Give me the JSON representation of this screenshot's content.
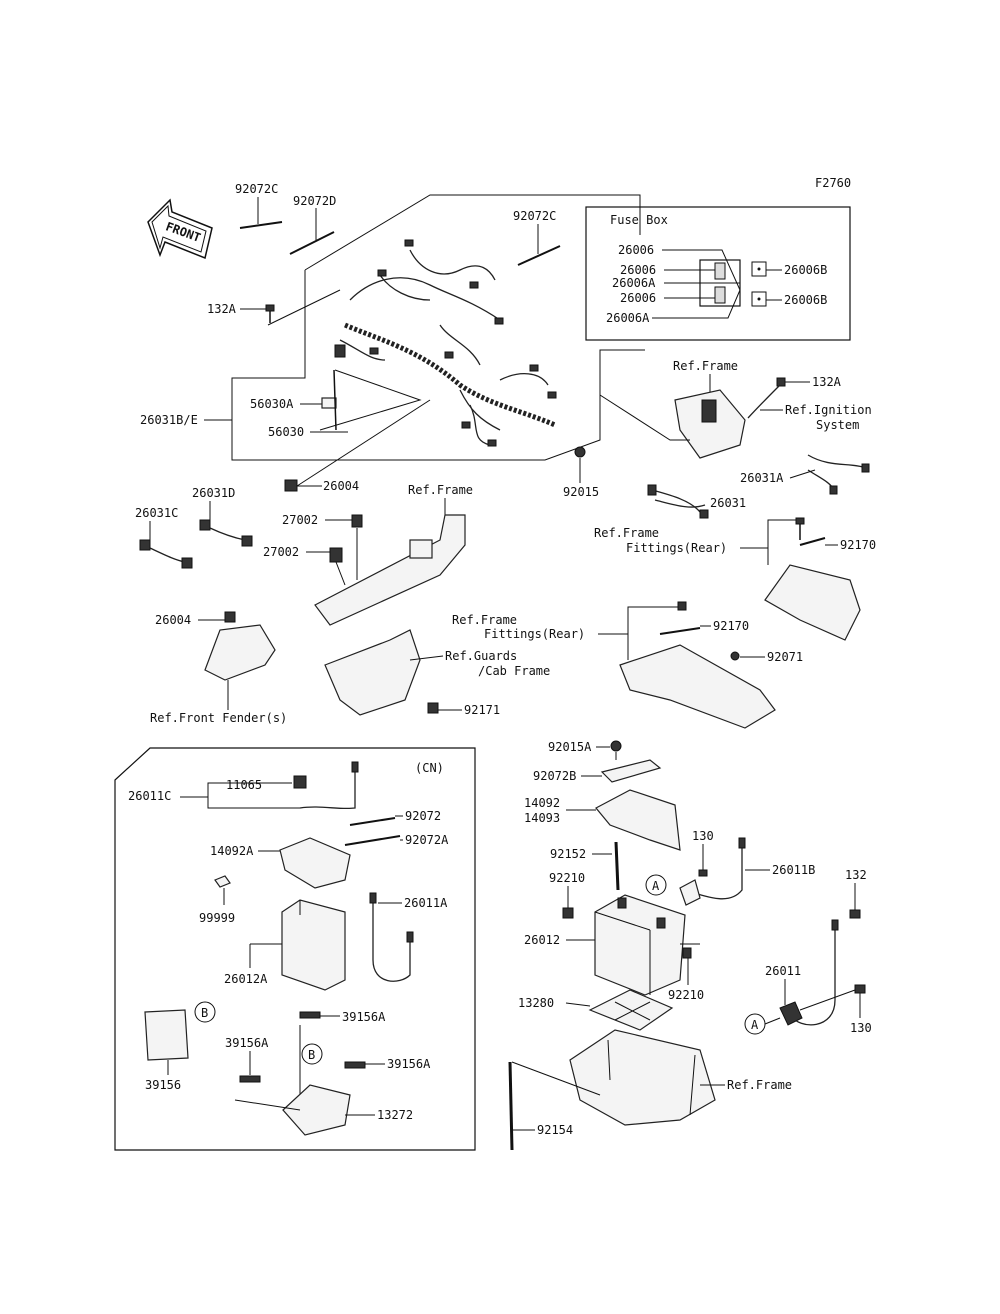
{
  "diagram": {
    "figure_code": "F2760",
    "front_label": "FRONT",
    "fuse_box_title": "Fuse Box",
    "cn_label": "(CN)",
    "callout_a": "A",
    "callout_b": "B",
    "labels": {
      "p92072C_a": "92072C",
      "p92072D": "92072D",
      "p92072C_b": "92072C",
      "p26006_a": "26006",
      "p26006_b": "26006",
      "p26006A_a": "26006A",
      "p26006_c": "26006",
      "p26006A_b": "26006A",
      "p26006B_a": "26006B",
      "p26006B_b": "26006B",
      "p132A_a": "132A",
      "p132A_b": "132A",
      "ref_frame_1": "Ref.Frame",
      "ref_ignition_1": "Ref.Ignition",
      "ref_ignition_2": "System",
      "p26031BE": "26031B/E",
      "p56030A": "56030A",
      "p56030": "56030",
      "p26031A": "26031A",
      "p26004_a": "26004",
      "p92015": "92015",
      "p26031": "26031",
      "ref_frame_2": "Ref.Frame",
      "p26031D": "26031D",
      "p26031C": "26031C",
      "p27002_a": "27002",
      "p27002_b": "27002",
      "ref_frame_fit_1a": "Ref.Frame",
      "ref_frame_fit_1b": "Fittings(Rear)",
      "p92170_a": "92170",
      "p26004_b": "26004",
      "ref_frame_fit_2a": "Ref.Frame",
      "ref_frame_fit_2b": "Fittings(Rear)",
      "p92170_b": "92170",
      "ref_guards_a": "Ref.Guards",
      "ref_guards_b": "/Cab Frame",
      "p92071": "92071",
      "p92171": "92171",
      "ref_front_fender": "Ref.Front Fender(s)",
      "p11065": "11065",
      "p26011C": "26011C",
      "p92072": "92072",
      "p92072A": "92072A",
      "p14092A": "14092A",
      "p26011A": "26011A",
      "p99999": "99999",
      "p26012A": "26012A",
      "p39156A_a": "39156A",
      "p39156A_b": "39156A",
      "p39156A_c": "39156A",
      "p39156": "39156",
      "p13272": "13272",
      "p92015A": "92015A",
      "p92072B": "92072B",
      "p14092": "14092",
      "p14093": "14093",
      "p130_a": "130",
      "p92152": "92152",
      "p26011B": "26011B",
      "p92210_a": "92210",
      "p132": "132",
      "p26012": "26012",
      "p92210_b": "92210",
      "p26011": "26011",
      "p13280": "13280",
      "p130_b": "130",
      "ref_frame_3": "Ref.Frame",
      "p92154": "92154"
    }
  }
}
